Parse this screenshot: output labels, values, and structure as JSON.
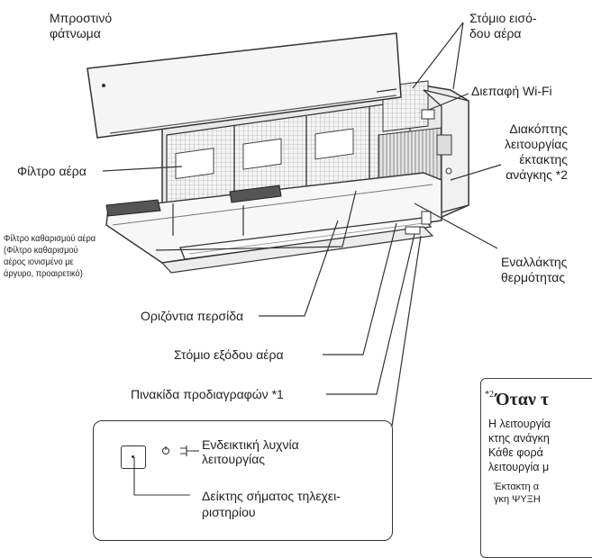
{
  "labels": {
    "front_panel": [
      "Μπροστινό",
      "φάτνωμα"
    ],
    "air_inlet": [
      "Στόμιο εισό-",
      "δου αέρα"
    ],
    "wifi_interface": "Διεπαφή Wi-Fi",
    "emergency_switch": [
      "Διακόπτης",
      "λειτουργίας",
      "έκτακτης",
      "ανάγκης *2"
    ],
    "air_filter": "Φίλτρο αέρα",
    "cleaning_filter": [
      "Φίλτρο καθαρισμού αέρα",
      "(Φίλτρο καθαρισμού",
      "αέρος ιονισμένο με",
      "άργυρο, προαιρετικό)"
    ],
    "heat_exchanger": [
      "Εναλλάκτης",
      "θερμότητας"
    ],
    "horizontal_louver": "Οριζόντια περσίδα",
    "air_outlet": "Στόμιο εξόδου αέρα",
    "spec_plate": "Πινακίδα προδιαγραφών *1"
  },
  "legend": {
    "indicator_lamp": [
      "Ενδεικτική λυχνία",
      "λειτουργίας"
    ],
    "remote_sensor": [
      "Δείκτης σήματος τηλεχει-",
      "ριστηρίου"
    ]
  },
  "note": {
    "marker": "*2",
    "title": "Όταν τ",
    "lines": [
      "Η λειτουργία",
      "κτης ανάγκη",
      "Κάθε φορά",
      "λειτουργία μ"
    ],
    "sub_lines": [
      "Έκτακτη α",
      "γκη ΨΥΞΗ"
    ]
  }
}
